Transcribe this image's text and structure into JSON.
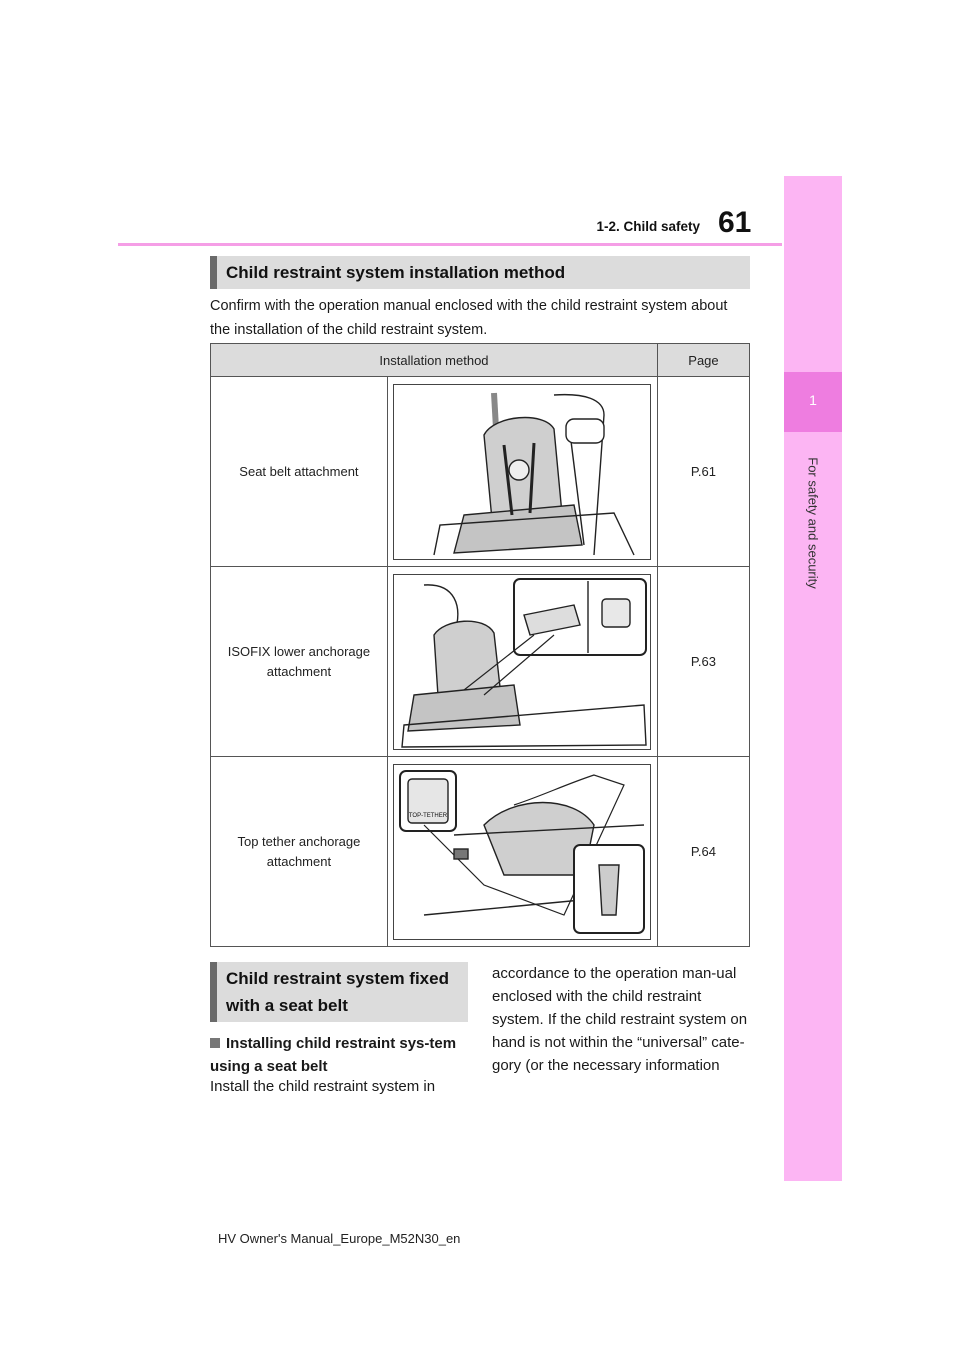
{
  "header": {
    "page_number": "61",
    "section": "1-2. Child safety"
  },
  "side_tab": {
    "chapter_number": "1",
    "chapter_title": "For safety and security"
  },
  "section1": {
    "heading": "Child restraint system installation method",
    "intro": "Confirm with the operation manual enclosed with the child restraint system about the installation of the child restraint system."
  },
  "table": {
    "col_method": "Installation method",
    "col_page": "Page",
    "rows": [
      {
        "method": "Seat belt attachment",
        "page": "P.61"
      },
      {
        "method": "ISOFIX lower anchorage attachment",
        "page": "P.63"
      },
      {
        "method": "Top tether anchorage attachment",
        "page": "P.64"
      }
    ],
    "top_tether_label": "TOP-TETHER"
  },
  "section2": {
    "heading": "Child restraint system fixed with a seat belt",
    "subheading": "Installing child restraint sys-tem using a seat belt",
    "left_text": "Install the child restraint system in",
    "right_text": "accordance to the operation man-ual enclosed with the child restraint system. If the child restraint system on hand is not within the “universal” cate-gory (or the necessary information"
  },
  "footer": "HV Owner's Manual_Europe_M52N30_en"
}
